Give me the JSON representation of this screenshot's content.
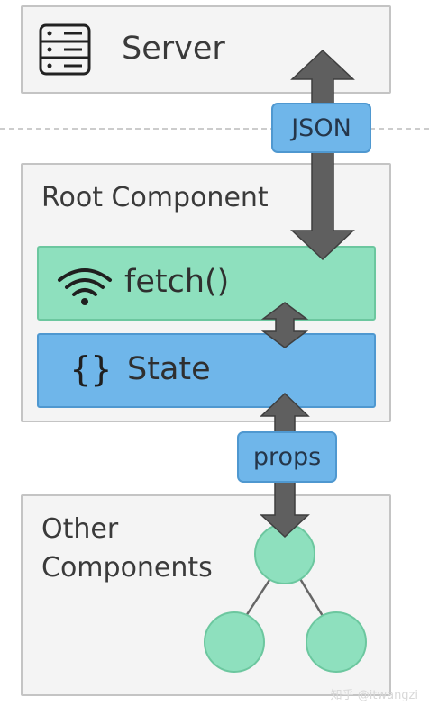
{
  "server": {
    "label": "Server",
    "icon": "server-icon"
  },
  "root": {
    "label": "Root Component",
    "fetch_label": "fetch()",
    "fetch_icon": "wifi-icon",
    "state_label": "State",
    "state_icon": "braces-icon"
  },
  "other": {
    "label_line1": "Other",
    "label_line2": "Components"
  },
  "connectors": {
    "json_label": "JSON",
    "props_label": "props"
  },
  "watermark": "知乎 @itwangzi",
  "colors": {
    "box_bg": "#f4f4f4",
    "box_border": "#c4c4c4",
    "fetch_green": "#8ee0be",
    "state_blue": "#6fb6ea",
    "arrow_gray": "#5f5f5f",
    "node_green": "#8ee0be"
  }
}
